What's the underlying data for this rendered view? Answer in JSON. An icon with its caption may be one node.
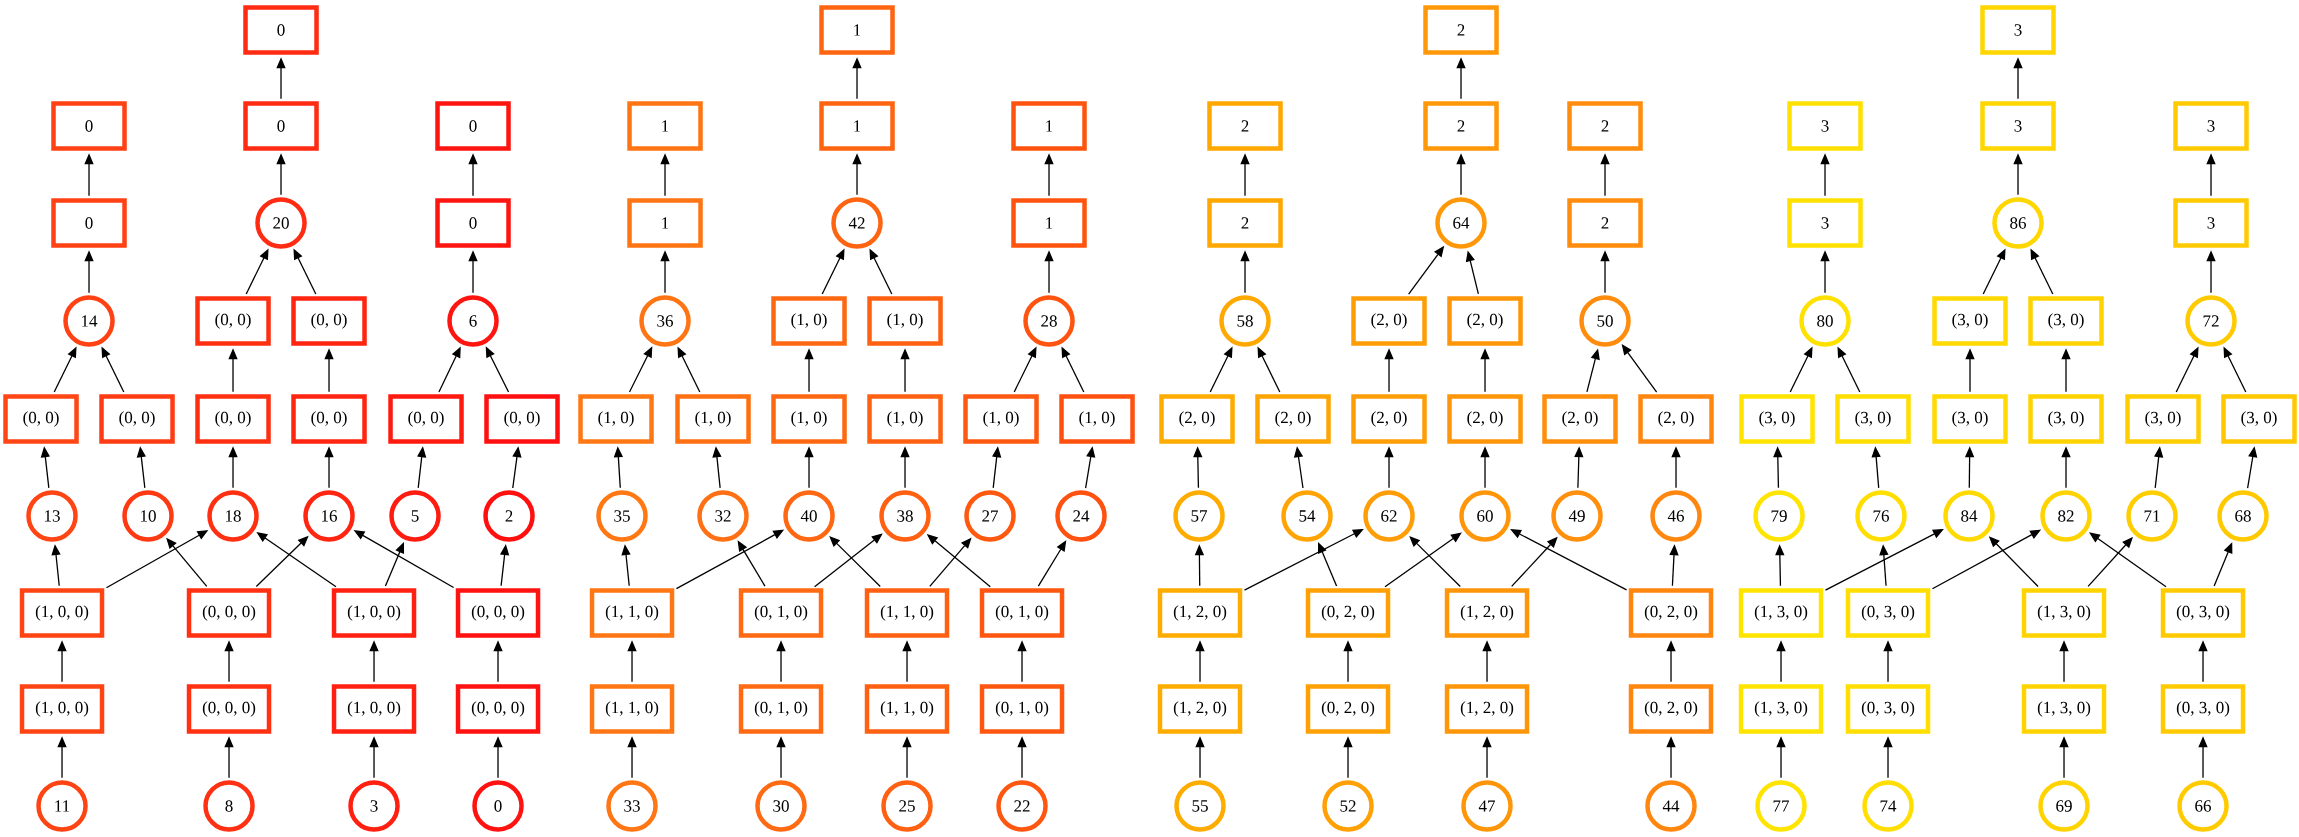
{
  "diagram": {
    "nodes": [
      {
        "text": [
          "0"
        ]
      },
      {
        "text": [
          "0"
        ]
      },
      {
        "text": [
          "0"
        ]
      },
      {
        "text": [
          "0"
        ]
      },
      {
        "text": [
          "0"
        ]
      },
      {
        "text": [
          "20"
        ]
      },
      {
        "text": [
          "0"
        ]
      },
      {
        "text": [
          "14"
        ]
      },
      {
        "text": [
          "(0, 0)"
        ]
      },
      {
        "text": [
          "(0, 0)"
        ]
      },
      {
        "text": [
          "6"
        ]
      },
      {
        "text": [
          "(0, 0)"
        ]
      },
      {
        "text": [
          "(0, 0)"
        ]
      },
      {
        "text": [
          "(0, 0)"
        ]
      },
      {
        "text": [
          "(0, 0)"
        ]
      },
      {
        "text": [
          "(0, 0)"
        ]
      },
      {
        "text": [
          "(0, 0)"
        ]
      },
      {
        "text": [
          "13"
        ]
      },
      {
        "text": [
          "10"
        ]
      },
      {
        "text": [
          "18"
        ]
      },
      {
        "text": [
          "16"
        ]
      },
      {
        "text": [
          "5"
        ]
      },
      {
        "text": [
          "2"
        ]
      },
      {
        "text": [
          "(1, 0, 0)"
        ]
      },
      {
        "text": [
          "(0, 0, 0)"
        ]
      },
      {
        "text": [
          "(1, 0, 0)"
        ]
      },
      {
        "text": [
          "(0, 0, 0)"
        ]
      },
      {
        "text": [
          "(1, 0, 0)"
        ]
      },
      {
        "text": [
          "(0, 0, 0)"
        ]
      },
      {
        "text": [
          "(1, 0, 0)"
        ]
      },
      {
        "text": [
          "(0, 0, 0)"
        ]
      },
      {
        "text": [
          "11"
        ]
      },
      {
        "text": [
          "8"
        ]
      },
      {
        "text": [
          "3"
        ]
      },
      {
        "text": [
          "0"
        ]
      },
      {
        "text": [
          "1"
        ]
      },
      {
        "text": [
          "1"
        ]
      },
      {
        "text": [
          "1"
        ]
      },
      {
        "text": [
          "1"
        ]
      },
      {
        "text": [
          "1"
        ]
      },
      {
        "text": [
          "42"
        ]
      },
      {
        "text": [
          "1"
        ]
      },
      {
        "text": [
          "36"
        ]
      },
      {
        "text": [
          "(1, 0)"
        ]
      },
      {
        "text": [
          "(1, 0)"
        ]
      },
      {
        "text": [
          "28"
        ]
      },
      {
        "text": [
          "(1, 0)"
        ]
      },
      {
        "text": [
          "(1, 0)"
        ]
      },
      {
        "text": [
          "(1, 0)"
        ]
      },
      {
        "text": [
          "(1, 0)"
        ]
      },
      {
        "text": [
          "(1, 0)"
        ]
      },
      {
        "text": [
          "(1, 0)"
        ]
      },
      {
        "text": [
          "35"
        ]
      },
      {
        "text": [
          "32"
        ]
      },
      {
        "text": [
          "40"
        ]
      },
      {
        "text": [
          "38"
        ]
      },
      {
        "text": [
          "27"
        ]
      },
      {
        "text": [
          "24"
        ]
      },
      {
        "text": [
          "(1, 1, 0)"
        ]
      },
      {
        "text": [
          "(0, 1, 0)"
        ]
      },
      {
        "text": [
          "(1, 1, 0)"
        ]
      },
      {
        "text": [
          "(0, 1, 0)"
        ]
      },
      {
        "text": [
          "(1, 1, 0)"
        ]
      },
      {
        "text": [
          "(0, 1, 0)"
        ]
      },
      {
        "text": [
          "(1, 1, 0)"
        ]
      },
      {
        "text": [
          "(0, 1, 0)"
        ]
      },
      {
        "text": [
          "33"
        ]
      },
      {
        "text": [
          "30"
        ]
      },
      {
        "text": [
          "25"
        ]
      },
      {
        "text": [
          "22"
        ]
      },
      {
        "text": [
          "2"
        ]
      },
      {
        "text": [
          "2"
        ]
      },
      {
        "text": [
          "2"
        ]
      },
      {
        "text": [
          "2"
        ]
      },
      {
        "text": [
          "2"
        ]
      },
      {
        "text": [
          "64"
        ]
      },
      {
        "text": [
          "2"
        ]
      },
      {
        "text": [
          "58"
        ]
      },
      {
        "text": [
          "(2, 0)"
        ]
      },
      {
        "text": [
          "(2, 0)"
        ]
      },
      {
        "text": [
          "50"
        ]
      },
      {
        "text": [
          "(2, 0)"
        ]
      },
      {
        "text": [
          "(2, 0)"
        ]
      },
      {
        "text": [
          "(2, 0)"
        ]
      },
      {
        "text": [
          "(2, 0)"
        ]
      },
      {
        "text": [
          "(2, 0)"
        ]
      },
      {
        "text": [
          "(2, 0)"
        ]
      },
      {
        "text": [
          "57"
        ]
      },
      {
        "text": [
          "54"
        ]
      },
      {
        "text": [
          "62"
        ]
      },
      {
        "text": [
          "60"
        ]
      },
      {
        "text": [
          "49"
        ]
      },
      {
        "text": [
          "46"
        ]
      },
      {
        "text": [
          "(1, 2, 0)"
        ]
      },
      {
        "text": [
          "(0, 2, 0)"
        ]
      },
      {
        "text": [
          "(1, 2, 0)"
        ]
      },
      {
        "text": [
          "(0, 2, 0)"
        ]
      },
      {
        "text": [
          "(1, 2, 0)"
        ]
      },
      {
        "text": [
          "(0, 2, 0)"
        ]
      },
      {
        "text": [
          "(1, 2, 0)"
        ]
      },
      {
        "text": [
          "(0, 2, 0)"
        ]
      },
      {
        "text": [
          "55"
        ]
      },
      {
        "text": [
          "52"
        ]
      },
      {
        "text": [
          "47"
        ]
      },
      {
        "text": [
          "44"
        ]
      },
      {
        "text": [
          "3"
        ]
      },
      {
        "text": [
          "3"
        ]
      },
      {
        "text": [
          "3"
        ]
      },
      {
        "text": [
          "3"
        ]
      },
      {
        "text": [
          "3"
        ]
      },
      {
        "text": [
          "86"
        ]
      },
      {
        "text": [
          "3"
        ]
      },
      {
        "text": [
          "80"
        ]
      },
      {
        "text": [
          "(3, 0)"
        ]
      },
      {
        "text": [
          "(3, 0)"
        ]
      },
      {
        "text": [
          "72"
        ]
      },
      {
        "text": [
          "(3, 0)"
        ]
      },
      {
        "text": [
          "(3, 0)"
        ]
      },
      {
        "text": [
          "(3, 0)"
        ]
      },
      {
        "text": [
          "(3, 0)"
        ]
      },
      {
        "text": [
          "(3, 0)"
        ]
      },
      {
        "text": [
          "(3, 0)"
        ]
      },
      {
        "text": [
          "79"
        ]
      },
      {
        "text": [
          "76"
        ]
      },
      {
        "text": [
          "84"
        ]
      },
      {
        "text": [
          "82"
        ]
      },
      {
        "text": [
          "71"
        ]
      },
      {
        "text": [
          "68"
        ]
      },
      {
        "text": [
          "(1, 3, 0)"
        ]
      },
      {
        "text": [
          "(0, 3, 0)"
        ]
      },
      {
        "text": [
          "(1, 3, 0)"
        ]
      },
      {
        "text": [
          "(0, 3, 0)"
        ]
      },
      {
        "text": [
          "(1, 3, 0)"
        ]
      },
      {
        "text": [
          "(0, 3, 0)"
        ]
      },
      {
        "text": [
          "(1, 3, 0)"
        ]
      },
      {
        "text": [
          "(0, 3, 0)"
        ]
      },
      {
        "text": [
          "77"
        ]
      },
      {
        "text": [
          "74"
        ]
      },
      {
        "text": [
          "69"
        ]
      },
      {
        "text": [
          "66"
        ]
      }
    ],
    "edges": [
      {
        "from": 31,
        "to": 27,
        "arrow": "to"
      },
      {
        "from": 32,
        "to": 28,
        "arrow": "to"
      },
      {
        "from": 33,
        "to": 29,
        "arrow": "to"
      },
      {
        "from": 34,
        "to": 30,
        "arrow": "to"
      },
      {
        "from": 27,
        "to": 23,
        "arrow": "to"
      },
      {
        "from": 28,
        "to": 24,
        "arrow": "to"
      },
      {
        "from": 29,
        "to": 25,
        "arrow": "to"
      },
      {
        "from": 30,
        "to": 26,
        "arrow": "to"
      },
      {
        "from": 23,
        "to": 17,
        "arrow": "to"
      },
      {
        "from": 23,
        "to": 19,
        "arrow": "to"
      },
      {
        "from": 24,
        "to": 18,
        "arrow": "to"
      },
      {
        "from": 24,
        "to": 20,
        "arrow": "to"
      },
      {
        "from": 25,
        "to": 19,
        "arrow": "to"
      },
      {
        "from": 25,
        "to": 21,
        "arrow": "to"
      },
      {
        "from": 26,
        "to": 20,
        "arrow": "to"
      },
      {
        "from": 26,
        "to": 22,
        "arrow": "to"
      },
      {
        "from": 17,
        "to": 11,
        "arrow": "to"
      },
      {
        "from": 18,
        "to": 12,
        "arrow": "to"
      },
      {
        "from": 19,
        "to": 13,
        "arrow": "to"
      },
      {
        "from": 20,
        "to": 14,
        "arrow": "to"
      },
      {
        "from": 21,
        "to": 15,
        "arrow": "to"
      },
      {
        "from": 22,
        "to": 16,
        "arrow": "to"
      },
      {
        "from": 11,
        "to": 7,
        "arrow": "to"
      },
      {
        "from": 12,
        "to": 7,
        "arrow": "to"
      },
      {
        "from": 13,
        "to": 8,
        "arrow": "to"
      },
      {
        "from": 14,
        "to": 9,
        "arrow": "to"
      },
      {
        "from": 15,
        "to": 10,
        "arrow": "to"
      },
      {
        "from": 16,
        "to": 10,
        "arrow": "to"
      },
      {
        "from": 7,
        "to": 4,
        "arrow": "to"
      },
      {
        "from": 8,
        "to": 5,
        "arrow": "to"
      },
      {
        "from": 9,
        "to": 5,
        "arrow": "to"
      },
      {
        "from": 10,
        "to": 6,
        "arrow": "to"
      },
      {
        "from": 4,
        "to": 1,
        "arrow": "to"
      },
      {
        "from": 5,
        "to": 2,
        "arrow": "to"
      },
      {
        "from": 6,
        "to": 3,
        "arrow": "to"
      },
      {
        "from": 2,
        "to": 0,
        "arrow": "to"
      },
      {
        "from": 66,
        "to": 62,
        "arrow": "to"
      },
      {
        "from": 67,
        "to": 63,
        "arrow": "to"
      },
      {
        "from": 68,
        "to": 64,
        "arrow": "to"
      },
      {
        "from": 69,
        "to": 65,
        "arrow": "to"
      },
      {
        "from": 62,
        "to": 58,
        "arrow": "to"
      },
      {
        "from": 63,
        "to": 59,
        "arrow": "to"
      },
      {
        "from": 64,
        "to": 60,
        "arrow": "to"
      },
      {
        "from": 65,
        "to": 61,
        "arrow": "to"
      },
      {
        "from": 58,
        "to": 52,
        "arrow": "to"
      },
      {
        "from": 58,
        "to": 54,
        "arrow": "to"
      },
      {
        "from": 59,
        "to": 53,
        "arrow": "to"
      },
      {
        "from": 59,
        "to": 55,
        "arrow": "to"
      },
      {
        "from": 60,
        "to": 54,
        "arrow": "to"
      },
      {
        "from": 60,
        "to": 56,
        "arrow": "to"
      },
      {
        "from": 61,
        "to": 55,
        "arrow": "to"
      },
      {
        "from": 61,
        "to": 57,
        "arrow": "to"
      },
      {
        "from": 52,
        "to": 46,
        "arrow": "to"
      },
      {
        "from": 53,
        "to": 47,
        "arrow": "to"
      },
      {
        "from": 54,
        "to": 48,
        "arrow": "to"
      },
      {
        "from": 55,
        "to": 49,
        "arrow": "to"
      },
      {
        "from": 56,
        "to": 50,
        "arrow": "to"
      },
      {
        "from": 57,
        "to": 51,
        "arrow": "to"
      },
      {
        "from": 46,
        "to": 42,
        "arrow": "to"
      },
      {
        "from": 47,
        "to": 42,
        "arrow": "to"
      },
      {
        "from": 48,
        "to": 43,
        "arrow": "to"
      },
      {
        "from": 49,
        "to": 44,
        "arrow": "to"
      },
      {
        "from": 50,
        "to": 45,
        "arrow": "to"
      },
      {
        "from": 51,
        "to": 45,
        "arrow": "to"
      },
      {
        "from": 42,
        "to": 39,
        "arrow": "to"
      },
      {
        "from": 43,
        "to": 40,
        "arrow": "to"
      },
      {
        "from": 44,
        "to": 40,
        "arrow": "to"
      },
      {
        "from": 45,
        "to": 41,
        "arrow": "to"
      },
      {
        "from": 39,
        "to": 36,
        "arrow": "to"
      },
      {
        "from": 40,
        "to": 37,
        "arrow": "to"
      },
      {
        "from": 41,
        "to": 38,
        "arrow": "to"
      },
      {
        "from": 37,
        "to": 35,
        "arrow": "to"
      },
      {
        "from": 101,
        "to": 97,
        "arrow": "to"
      },
      {
        "from": 102,
        "to": 98,
        "arrow": "to"
      },
      {
        "from": 103,
        "to": 99,
        "arrow": "to"
      },
      {
        "from": 104,
        "to": 100,
        "arrow": "to"
      },
      {
        "from": 97,
        "to": 93,
        "arrow": "to"
      },
      {
        "from": 98,
        "to": 94,
        "arrow": "to"
      },
      {
        "from": 99,
        "to": 95,
        "arrow": "to"
      },
      {
        "from": 100,
        "to": 96,
        "arrow": "to"
      },
      {
        "from": 93,
        "to": 87,
        "arrow": "to"
      },
      {
        "from": 93,
        "to": 89,
        "arrow": "to"
      },
      {
        "from": 94,
        "to": 88,
        "arrow": "to"
      },
      {
        "from": 94,
        "to": 90,
        "arrow": "to"
      },
      {
        "from": 95,
        "to": 89,
        "arrow": "to"
      },
      {
        "from": 95,
        "to": 91,
        "arrow": "to"
      },
      {
        "from": 96,
        "to": 90,
        "arrow": "to"
      },
      {
        "from": 96,
        "to": 92,
        "arrow": "to"
      },
      {
        "from": 87,
        "to": 81,
        "arrow": "to"
      },
      {
        "from": 88,
        "to": 82,
        "arrow": "to"
      },
      {
        "from": 89,
        "to": 83,
        "arrow": "to"
      },
      {
        "from": 90,
        "to": 84,
        "arrow": "to"
      },
      {
        "from": 91,
        "to": 85,
        "arrow": "to"
      },
      {
        "from": 92,
        "to": 86,
        "arrow": "to"
      },
      {
        "from": 81,
        "to": 77,
        "arrow": "to"
      },
      {
        "from": 82,
        "to": 77,
        "arrow": "to"
      },
      {
        "from": 83,
        "to": 78,
        "arrow": "to"
      },
      {
        "from": 84,
        "to": 79,
        "arrow": "to"
      },
      {
        "from": 85,
        "to": 80,
        "arrow": "to"
      },
      {
        "from": 86,
        "to": 80,
        "arrow": "to"
      },
      {
        "from": 77,
        "to": 74,
        "arrow": "to"
      },
      {
        "from": 78,
        "to": 75,
        "arrow": "to"
      },
      {
        "from": 79,
        "to": 75,
        "arrow": "to"
      },
      {
        "from": 80,
        "to": 76,
        "arrow": "to"
      },
      {
        "from": 74,
        "to": 71,
        "arrow": "to"
      },
      {
        "from": 75,
        "to": 72,
        "arrow": "to"
      },
      {
        "from": 76,
        "to": 73,
        "arrow": "to"
      },
      {
        "from": 72,
        "to": 70,
        "arrow": "to"
      },
      {
        "from": 136,
        "to": 132,
        "arrow": "to"
      },
      {
        "from": 137,
        "to": 133,
        "arrow": "to"
      },
      {
        "from": 138,
        "to": 134,
        "arrow": "to"
      },
      {
        "from": 139,
        "to": 135,
        "arrow": "to"
      },
      {
        "from": 132,
        "to": 128,
        "arrow": "to"
      },
      {
        "from": 133,
        "to": 129,
        "arrow": "to"
      },
      {
        "from": 134,
        "to": 130,
        "arrow": "to"
      },
      {
        "from": 135,
        "to": 131,
        "arrow": "to"
      },
      {
        "from": 128,
        "to": 122,
        "arrow": "to"
      },
      {
        "from": 128,
        "to": 124,
        "arrow": "to"
      },
      {
        "from": 129,
        "to": 123,
        "arrow": "to"
      },
      {
        "from": 129,
        "to": 125,
        "arrow": "to"
      },
      {
        "from": 130,
        "to": 124,
        "arrow": "to"
      },
      {
        "from": 130,
        "to": 126,
        "arrow": "to"
      },
      {
        "from": 131,
        "to": 125,
        "arrow": "to"
      },
      {
        "from": 131,
        "to": 127,
        "arrow": "to"
      },
      {
        "from": 122,
        "to": 116,
        "arrow": "to"
      },
      {
        "from": 123,
        "to": 117,
        "arrow": "to"
      },
      {
        "from": 124,
        "to": 118,
        "arrow": "to"
      },
      {
        "from": 125,
        "to": 119,
        "arrow": "to"
      },
      {
        "from": 126,
        "to": 120,
        "arrow": "to"
      },
      {
        "from": 127,
        "to": 121,
        "arrow": "to"
      },
      {
        "from": 116,
        "to": 112,
        "arrow": "to"
      },
      {
        "from": 117,
        "to": 112,
        "arrow": "to"
      },
      {
        "from": 118,
        "to": 113,
        "arrow": "to"
      },
      {
        "from": 119,
        "to": 114,
        "arrow": "to"
      },
      {
        "from": 120,
        "to": 115,
        "arrow": "to"
      },
      {
        "from": 121,
        "to": 115,
        "arrow": "to"
      },
      {
        "from": 112,
        "to": 109,
        "arrow": "to"
      },
      {
        "from": 113,
        "to": 110,
        "arrow": "to"
      },
      {
        "from": 114,
        "to": 110,
        "arrow": "to"
      },
      {
        "from": 115,
        "to": 111,
        "arrow": "to"
      },
      {
        "from": 109,
        "to": 106,
        "arrow": "to"
      },
      {
        "from": 110,
        "to": 107,
        "arrow": "to"
      },
      {
        "from": 111,
        "to": 108,
        "arrow": "to"
      },
      {
        "from": 107,
        "to": 105,
        "arrow": "to"
      }
    ]
  }
}
